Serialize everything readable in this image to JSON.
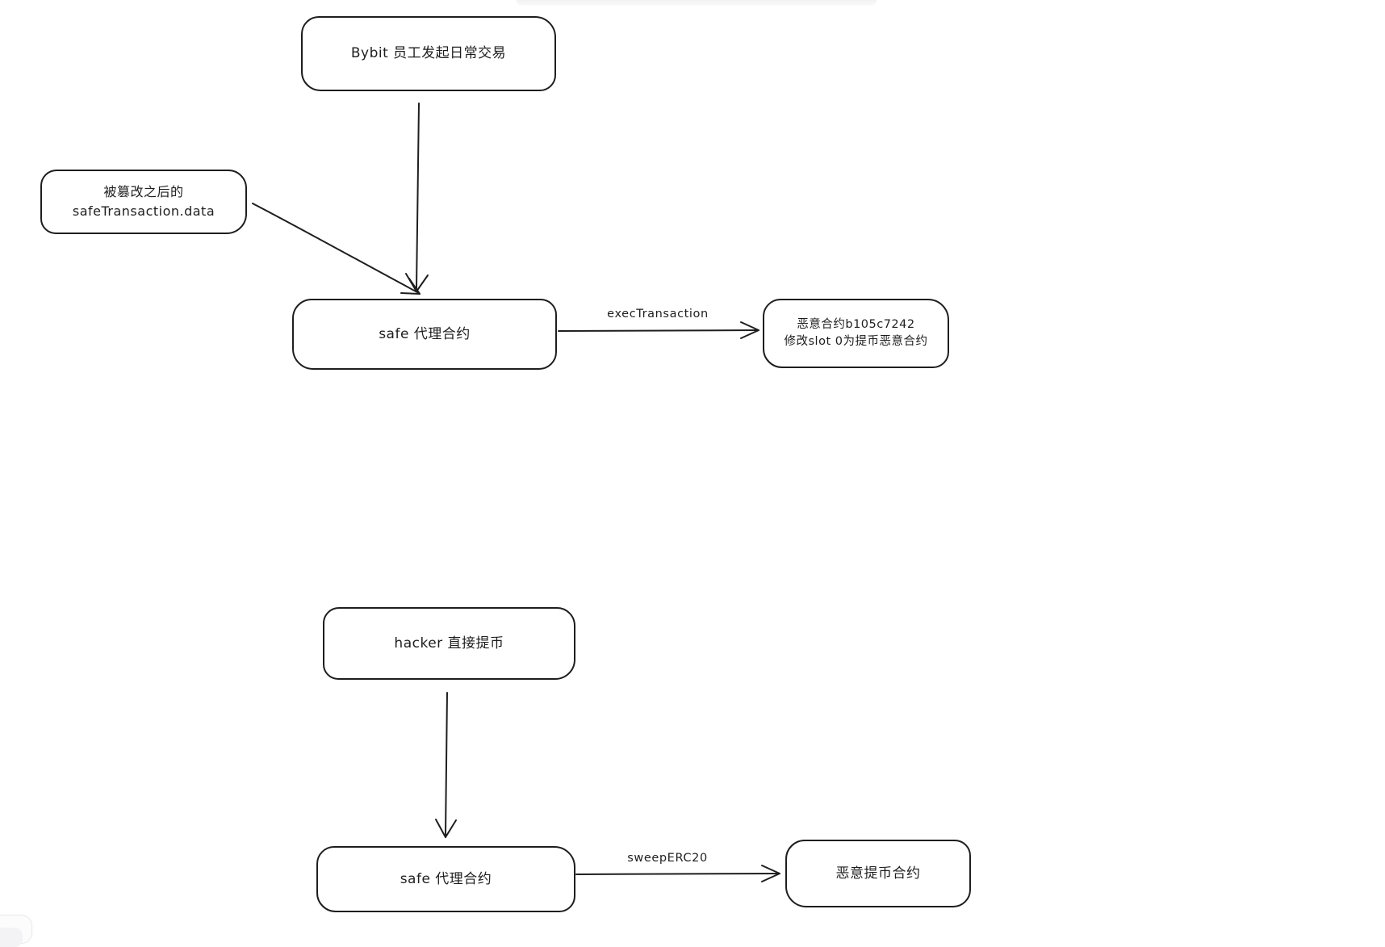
{
  "canvas": {
    "background_color": "#ffffff",
    "stroke_color": "#1e1e1e"
  },
  "diagram": {
    "node_bybit": {
      "label": "Bybit 员工发起日常交易"
    },
    "node_tampered": {
      "line1": "被篡改之后的",
      "line2": "safeTransaction.data"
    },
    "node_safe_proxy_top": {
      "label": "safe 代理合约"
    },
    "node_malicious_contract": {
      "line1": "恶意合约b105c7242",
      "line2": "修改slot 0为提币恶意合约"
    },
    "node_hacker": {
      "label": "hacker 直接提币"
    },
    "node_safe_proxy_bottom": {
      "label": "safe 代理合约"
    },
    "node_malicious_withdraw": {
      "label": "恶意提币合约"
    },
    "edge_exec": {
      "label": "execTransaction"
    },
    "edge_sweep": {
      "label": "sweepERC20"
    }
  }
}
